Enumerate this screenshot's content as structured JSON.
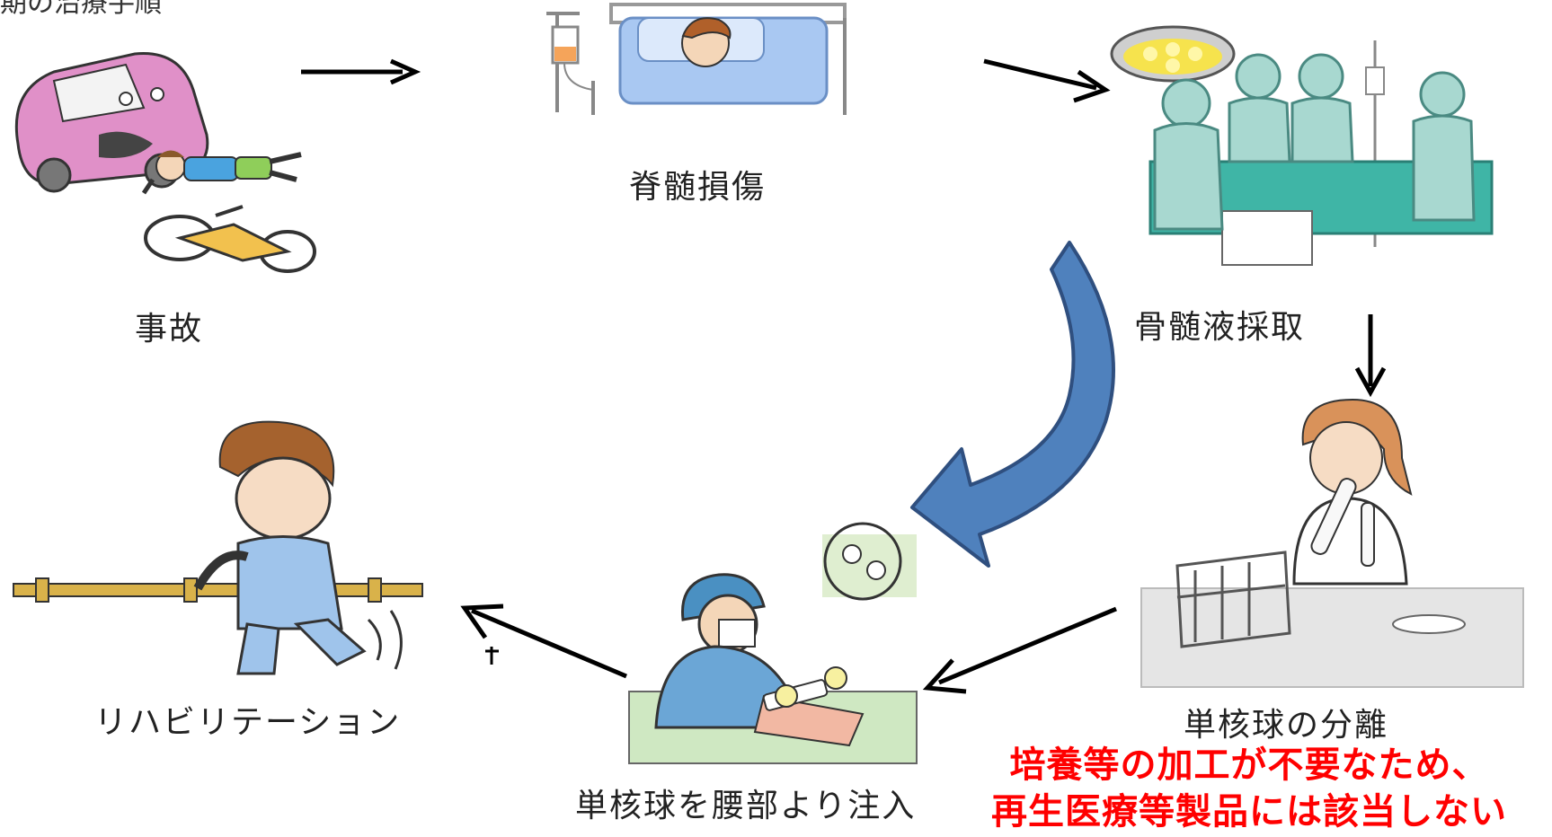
{
  "top_partial_text": "期の治療手順",
  "steps": {
    "accident": "事故",
    "injury": "脊髄損傷",
    "collection": "骨髄液採取",
    "separation": "単核球の分離",
    "injection": "単核球を腰部より注入",
    "rehab": "リハビリテーション"
  },
  "note": {
    "line1": "培養等の加工が不要なため、",
    "line2": "再生医療等製品には該当しない"
  },
  "colors": {
    "note_text": "#ff0000",
    "curved_arrow": "#4f81bd",
    "curved_arrow_edge": "#2f4f7f",
    "arrow": "#000000"
  }
}
